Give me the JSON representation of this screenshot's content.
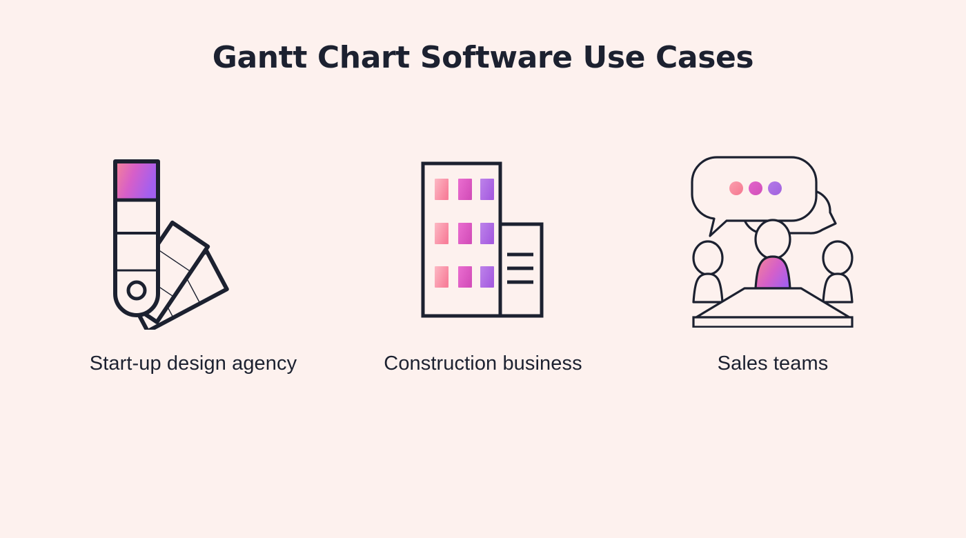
{
  "page": {
    "title": "Gantt Chart Software Use Cases",
    "background_color": "#fdf1ee",
    "text_color": "#1c2130",
    "stroke_color": "#1c2130"
  },
  "palette": {
    "salmon": "#f8819b",
    "salmon_light": "#fcb3c0",
    "magenta": "#d94fbb",
    "magenta_light": "#e76cce",
    "purple": "#a95fe0",
    "purple_light": "#b97ee8",
    "gradient_start": "#f2809c",
    "gradient_end": "#a25ff0"
  },
  "cards": [
    {
      "id": "start-up-design-agency",
      "label": "Start-up design agency",
      "icon_name": "color-swatch-fan-icon",
      "swatch": {
        "front_card_rows": 4,
        "filled_row_index": 0,
        "fan_cards": 2,
        "has_hole": true
      }
    },
    {
      "id": "construction-business",
      "label": "Construction business",
      "icon_name": "office-building-icon",
      "building": {
        "window_rows": 3,
        "window_cols": 3,
        "annex_lines": 3,
        "window_colors": [
          "#f8819b",
          "#d94fbb",
          "#a95fe0"
        ]
      }
    },
    {
      "id": "sales-teams",
      "label": "Sales teams",
      "icon_name": "meeting-team-icon",
      "meeting": {
        "people": 3,
        "speech_bubbles": 2,
        "bubble_dots": 3,
        "dot_colors": [
          "#f8819b",
          "#d94fbb",
          "#a95fe0"
        ]
      }
    }
  ]
}
